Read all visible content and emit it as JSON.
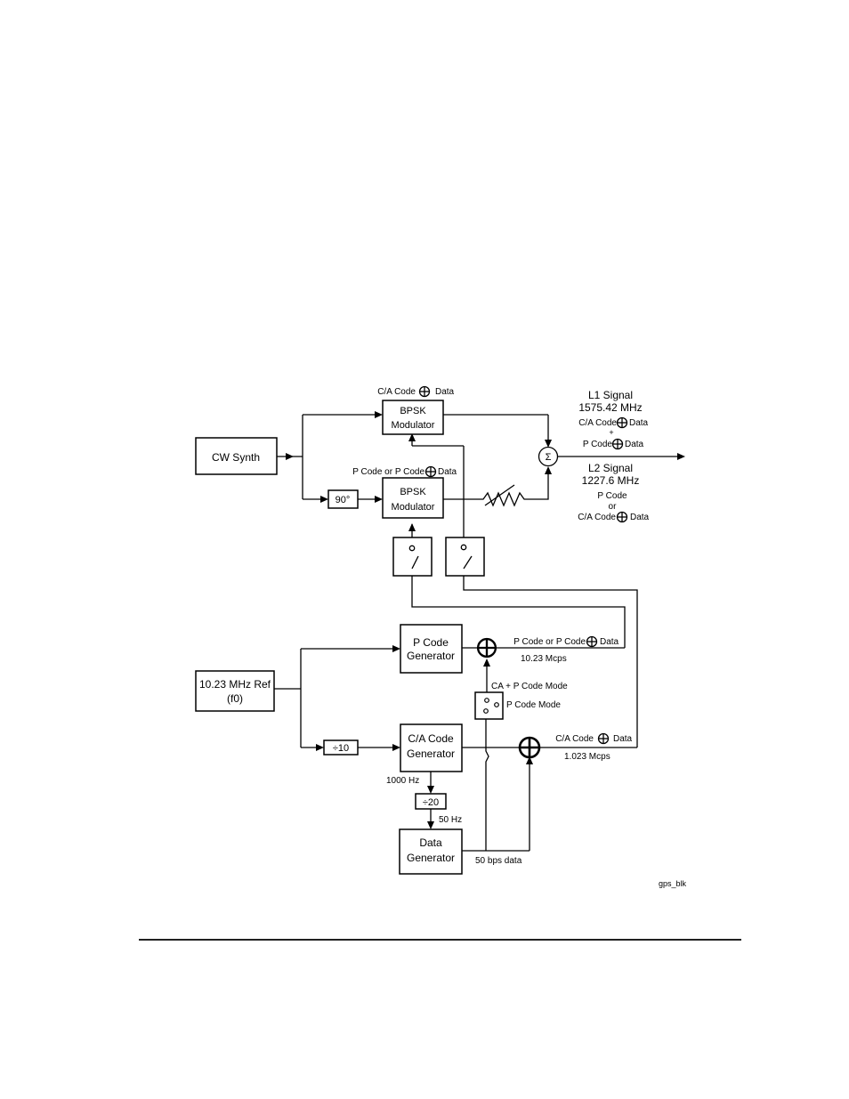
{
  "blocks": {
    "cw_synth": "CW Synth",
    "bpsk_top_1": "BPSK",
    "bpsk_top_2": "Modulator",
    "bpsk_bot_1": "BPSK",
    "bpsk_bot_2": "Modulator",
    "phase_90": "90°",
    "ref_1": "10.23 MHz Ref",
    "ref_2": "(f0)",
    "pcode_gen_1": "P Code",
    "pcode_gen_2": "Generator",
    "ca_gen_1": "C/A Code",
    "ca_gen_2": "Generator",
    "div10": "÷10",
    "div20": "÷20",
    "data_gen_1": "Data",
    "data_gen_2": "Generator",
    "sum_symbol": "Σ"
  },
  "labels": {
    "top_mod_input_a": "C/A Code",
    "top_mod_input_b": "Data",
    "bot_mod_input_a": "P Code or P Code",
    "bot_mod_input_b": "Data",
    "l1_title": "L1 Signal",
    "l1_freq": "1575.42 MHz",
    "l1_line1_a": "C/A Code",
    "l1_line1_b": "Data",
    "l1_plus": "+",
    "l1_line2_a": "P Code",
    "l1_line2_b": "Data",
    "l2_title": "L2 Signal",
    "l2_freq": "1227.6 MHz",
    "l2_line1": "P Code",
    "l2_line2": "or",
    "l2_line3_a": "C/A Code",
    "l2_line3_b": "Data",
    "p_out_a": "P Code or P Code",
    "p_out_b": "Data",
    "p_rate": "10.23 Mcps",
    "ca_p_mode": "CA + P Code Mode",
    "p_mode": "P Code Mode",
    "ca_out_a": "C/A Code",
    "ca_out_b": "Data",
    "ca_rate": "1.023 Mcps",
    "hz1000": "1000 Hz",
    "hz50": "50 Hz",
    "bps50": "50 bps data",
    "figure_id": "gps_blk"
  }
}
